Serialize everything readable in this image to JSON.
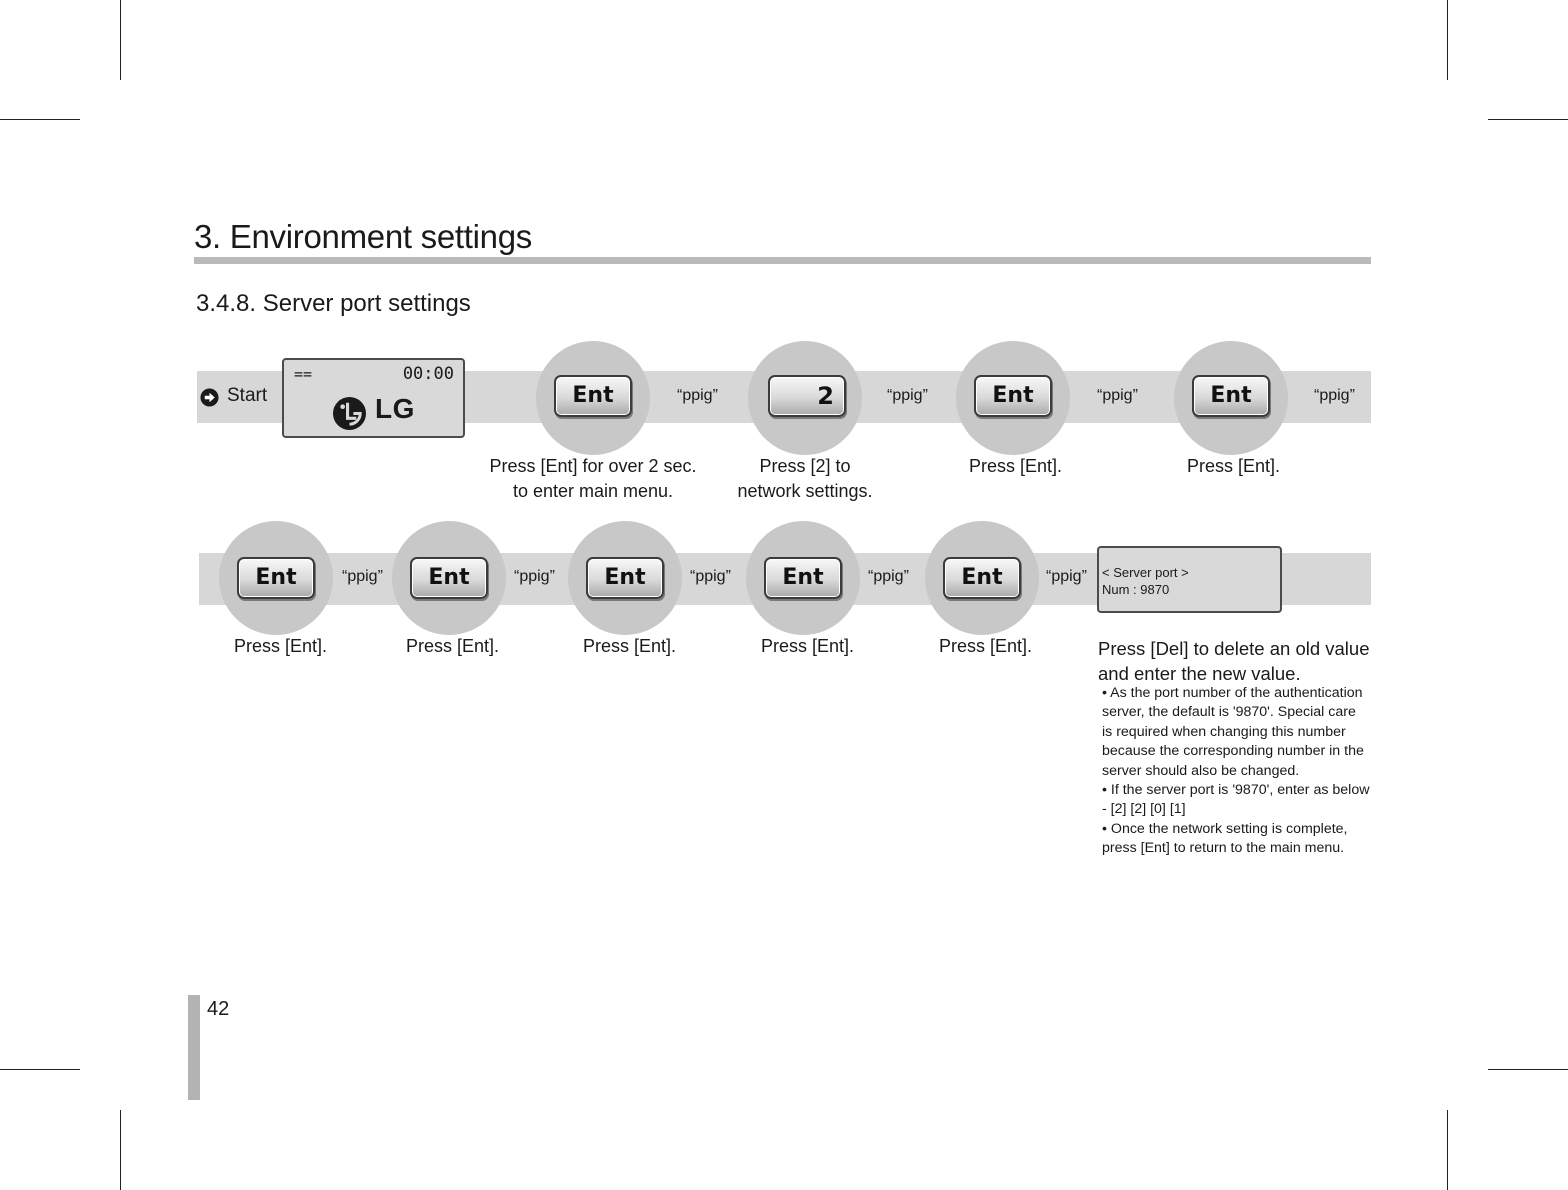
{
  "header": {
    "section_title": "3. Environment settings",
    "subsection_title": "3.4.8. Server port settings"
  },
  "row1": {
    "start_label": "Start",
    "display": {
      "indicator": "==",
      "time": "00:00",
      "logo_text": "LG"
    },
    "steps": [
      {
        "key": "Ent",
        "sound": "“ppig”",
        "caption": [
          "Press [Ent] for over 2 sec.",
          "to enter main menu."
        ]
      },
      {
        "key": "2",
        "sound": "“ppig”",
        "caption": [
          "Press [2] to",
          "network settings."
        ]
      },
      {
        "key": "Ent",
        "sound": "“ppig”",
        "caption": [
          "Press [Ent]."
        ]
      },
      {
        "key": "Ent",
        "sound": "“ppig”",
        "caption": [
          "Press [Ent]."
        ]
      }
    ]
  },
  "row2": {
    "steps": [
      {
        "key": "Ent",
        "sound": "“ppig”",
        "caption": [
          "Press [Ent]."
        ]
      },
      {
        "key": "Ent",
        "sound": "“ppig”",
        "caption": [
          "Press [Ent]."
        ]
      },
      {
        "key": "Ent",
        "sound": "“ppig”",
        "caption": [
          "Press [Ent]."
        ]
      },
      {
        "key": "Ent",
        "sound": "“ppig”",
        "caption": [
          "Press [Ent]."
        ]
      },
      {
        "key": "Ent",
        "sound": "“ppig”",
        "caption": [
          "Press [Ent]."
        ]
      }
    ],
    "result_display": {
      "line1": "< Server port >",
      "line2": "Num : 9870"
    }
  },
  "instructions": {
    "main": [
      "Press [Del] to delete an old value",
      "and enter the new value."
    ],
    "notes": [
      "• As the port number of the authentication",
      "   server, the default is '9870'. Special care",
      "   is required when changing this number",
      "   because the corresponding number in the",
      "   server should also be changed.",
      "• If the server port is '9870', enter as below",
      "  - [2] [2] [0] [1]",
      "• Once the network setting is complete,",
      "    press [Ent] to return to the main menu."
    ]
  },
  "footer": {
    "page_number": "42"
  }
}
